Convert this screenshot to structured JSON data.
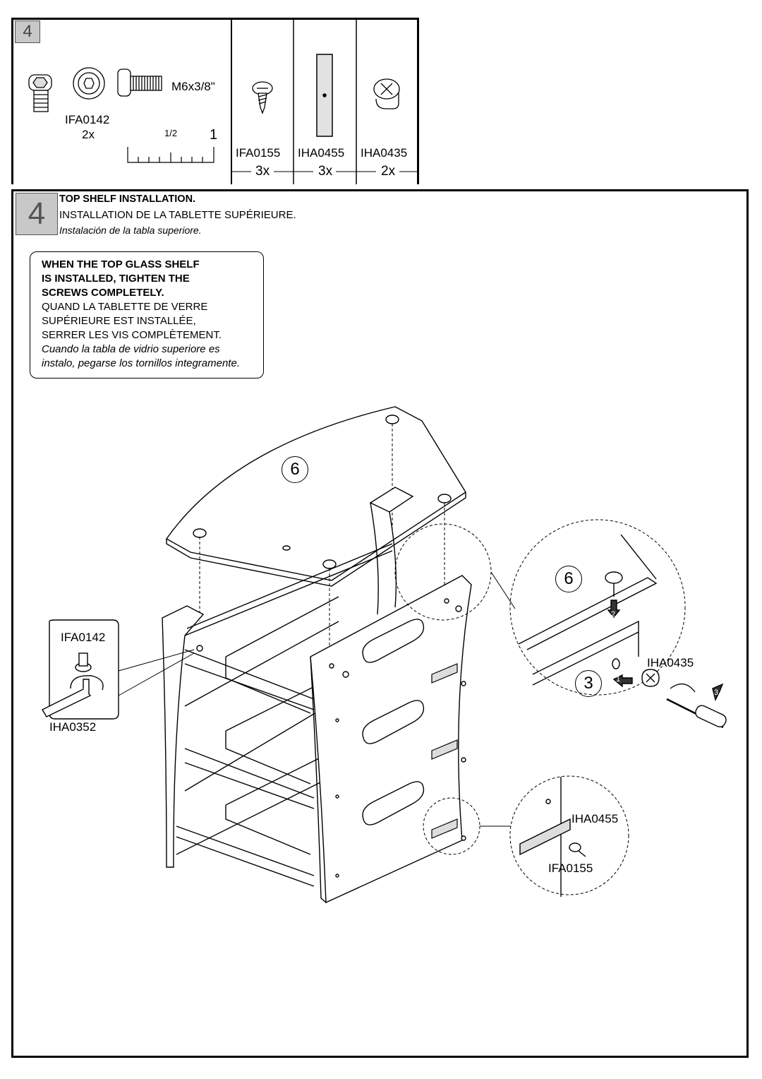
{
  "parts": {
    "step_number": "4",
    "bolt": {
      "size_label": "M6x3/8\"",
      "code": "IFA0142",
      "qty": "2x"
    },
    "scale": {
      "half": "1/2",
      "one": "1"
    },
    "items": [
      {
        "code": "IFA0155",
        "qty": "3x"
      },
      {
        "code": "IHA0455",
        "qty": "3x"
      },
      {
        "code": "IHA0435",
        "qty": "2x"
      }
    ]
  },
  "step": {
    "number": "4",
    "title_en": "TOP SHELF INSTALLATION.",
    "title_fr": "INSTALLATION DE LA TABLETTE SUPÉRIEURE.",
    "title_es": "Instalación de la tabla superiore."
  },
  "note": {
    "en_lines": [
      "WHEN THE TOP GLASS SHELF",
      "IS  INSTALLED,  TIGHTEN  THE",
      "SCREWS COMPLETELY."
    ],
    "fr_lines": [
      "QUAND LA TABLETTE DE VERRE",
      "SUPÉRIEURE EST INSTALLÉE,",
      "SERRER LES VIS COMPLÈTEMENT."
    ],
    "es_lines": [
      "Cuando  la  tabla  de  vidrio  superiore  es",
      "instalo, pegarse los tornillos integramente."
    ]
  },
  "callouts": {
    "shelf_number": "6",
    "detail_shelf_number": "6",
    "detail_panel_number": "3",
    "bolt_code": "IFA0142",
    "wrench_code": "IHA0352",
    "cam_code": "IHA0435",
    "plate_code": "IHA0455",
    "screw_code": "IFA0155",
    "arrow_1": "1",
    "arrow_2": "2",
    "arrow_3": "3"
  }
}
